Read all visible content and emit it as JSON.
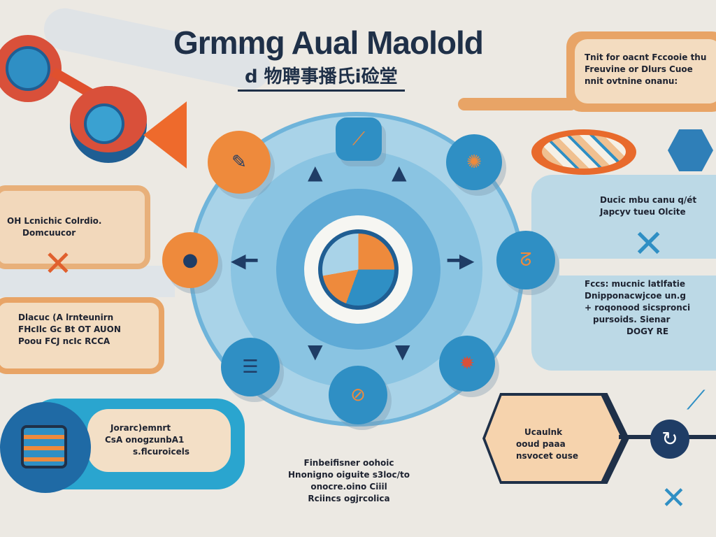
{
  "title": "Grmmg Aual Maolold",
  "subtitle": "d 物聘事播氏i硷堂",
  "top_right_note": [
    "Tnit for oacnt Fccooie thu",
    "Freuvine or Dlurs Cuoe",
    "nnit ovtnine onanu:"
  ],
  "left_top_note": [
    "OH Lcnichic Colrdio.",
    "Domcuucor"
  ],
  "left_mid_note": [
    "Dlacuc (A lrnteunirn",
    "FHcIlc Gc Bt OT AUON",
    "Poou FCJ ncIc RCCA"
  ],
  "right_top_note": [
    "Ducic mbu canu q/ét",
    "Japcyv tueu Olcite"
  ],
  "right_mid_note": [
    "Fccs: mucnic latlfatie",
    "Dnipponacwjcoe un.g",
    "+ roqonood sicspronci",
    "pursoids. Sienar",
    "DOGY RE"
  ],
  "bottom_left_bubble": [
    "Jorarc)emnrt",
    "CsA onogzunbA1",
    "s.flcuroicels"
  ],
  "bottom_center_note": [
    "Finbeifisner oohoic",
    "Hnonigno oiguite s3loc/to",
    "onocre.oino Ciiil",
    "Rciincs ogjrcolica"
  ],
  "bottom_right_note": [
    "Ucaulnk",
    "ooud paaa",
    "nsvocet ouse"
  ],
  "colors": {
    "background": "#ece9e3",
    "accent_orange": "#ee8a3c",
    "accent_blue": "#2f8fc4",
    "navy": "#1f3048"
  }
}
